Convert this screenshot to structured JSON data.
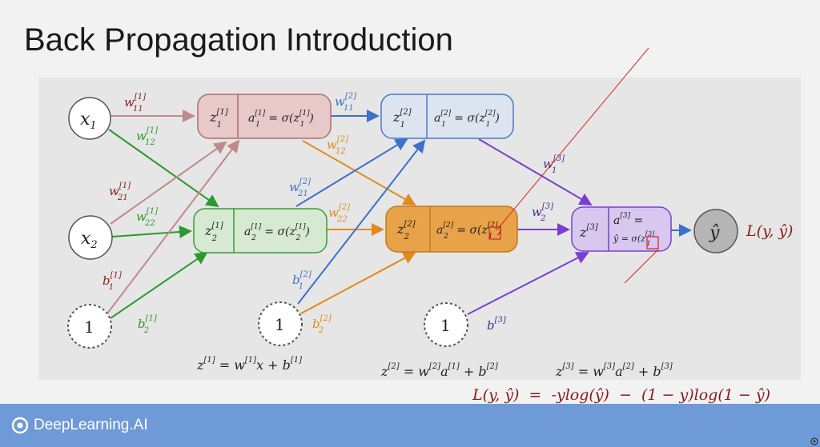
{
  "title": "Back Propagation Introduction",
  "brand": "DeepLearning.AI",
  "colors": {
    "red": "#8b1a1a",
    "green": "#2a9a2a",
    "blue": "#3d70c9",
    "orange": "#e08a1e",
    "purple": "#7a3fd0",
    "pink": "#c08a8a",
    "loss": "#8b1a1a"
  },
  "nodes": {
    "x1": {
      "label": "x",
      "sub": "1"
    },
    "x2": {
      "label": "x",
      "sub": "2"
    },
    "one1": {
      "label": "1"
    },
    "one2": {
      "label": "1"
    },
    "one3": {
      "label": "1"
    },
    "yhat": {
      "label": "ŷ"
    },
    "n11": {
      "left": "z",
      "sup": "[1]",
      "sub": "1",
      "right": "a",
      "rsup": "[1]",
      "rsub": "1",
      "rest": " = σ(z",
      "rsup2": "[1]",
      "rsub2": "1",
      "close": ")"
    },
    "n12": {
      "left": "z",
      "sup": "[1]",
      "sub": "2",
      "right": "a",
      "rsup": "[1]",
      "rsub": "2",
      "rest": " = σ(z",
      "rsup2": "[1]",
      "rsub2": "2",
      "close": ")"
    },
    "n21": {
      "left": "z",
      "sup": "[2]",
      "sub": "1",
      "right": "a",
      "rsup": "[2]",
      "rsub": "1",
      "rest": " = σ(z",
      "rsup2": "[2]",
      "rsub2": "1",
      "close": ")"
    },
    "n22": {
      "left": "z",
      "sup": "[2]",
      "sub": "2",
      "right": "a",
      "rsup": "[2]",
      "rsub": "2",
      "rest": " = σ(z",
      "rsup2": "[2]",
      "rsub2": "1",
      "close": ")"
    },
    "n3": {
      "left": "z",
      "sup": "[3]",
      "line1": "a",
      "line1sup": "[3]",
      "line1rest": " =",
      "line2": "ŷ = σ(z",
      "line2sup": "[3]",
      "line2sub": "1"
    }
  },
  "weights": {
    "w11_1": {
      "w": "w",
      "sup": "[1]",
      "sub": "11"
    },
    "w12_1": {
      "w": "w",
      "sup": "[1]",
      "sub": "12"
    },
    "w21_1": {
      "w": "w",
      "sup": "[1]",
      "sub": "21"
    },
    "w22_1": {
      "w": "w",
      "sup": "[1]",
      "sub": "22"
    },
    "b1_1": {
      "w": "b",
      "sup": "[1]",
      "sub": "1"
    },
    "b2_1": {
      "w": "b",
      "sup": "[1]",
      "sub": "2"
    },
    "w11_2": {
      "w": "w",
      "sup": "[2]",
      "sub": "11"
    },
    "w12_2": {
      "w": "w",
      "sup": "[2]",
      "sub": "12"
    },
    "w21_2": {
      "w": "w",
      "sup": "[2]",
      "sub": "21"
    },
    "w22_2": {
      "w": "w",
      "sup": "[2]",
      "sub": "22"
    },
    "b1_2": {
      "w": "b",
      "sup": "[2]",
      "sub": "1"
    },
    "b2_2": {
      "w": "b",
      "sup": "[2]",
      "sub": "2"
    },
    "w1_3": {
      "w": "w",
      "sup": "[3]",
      "sub": "1"
    },
    "w2_3": {
      "w": "w",
      "sup": "[3]",
      "sub": "2"
    },
    "b_3": {
      "w": "b",
      "sup": "[3]"
    }
  },
  "loss_label": "L(y, ŷ)",
  "equations": {
    "z1": {
      "a": "z",
      "asup": "[1]",
      "b": " = w",
      "bsup": "[1]",
      "c": "x + b",
      "csup": "[1]"
    },
    "z2": {
      "a": "z",
      "asup": "[2]",
      "b": " = w",
      "bsup": "[2]",
      "c": "a",
      "csup": "[1]",
      "d": " + b",
      "dsup": "[2]"
    },
    "z3": {
      "a": "z",
      "asup": "[3]",
      "b": " = w",
      "bsup": "[3]",
      "c": "a",
      "csup": "[2]",
      "d": " + b",
      "dsup": "[3]"
    },
    "loss": "L(y, ŷ)  =  -ylog(ŷ)  −  (1 − y)log(1 − ŷ)"
  }
}
